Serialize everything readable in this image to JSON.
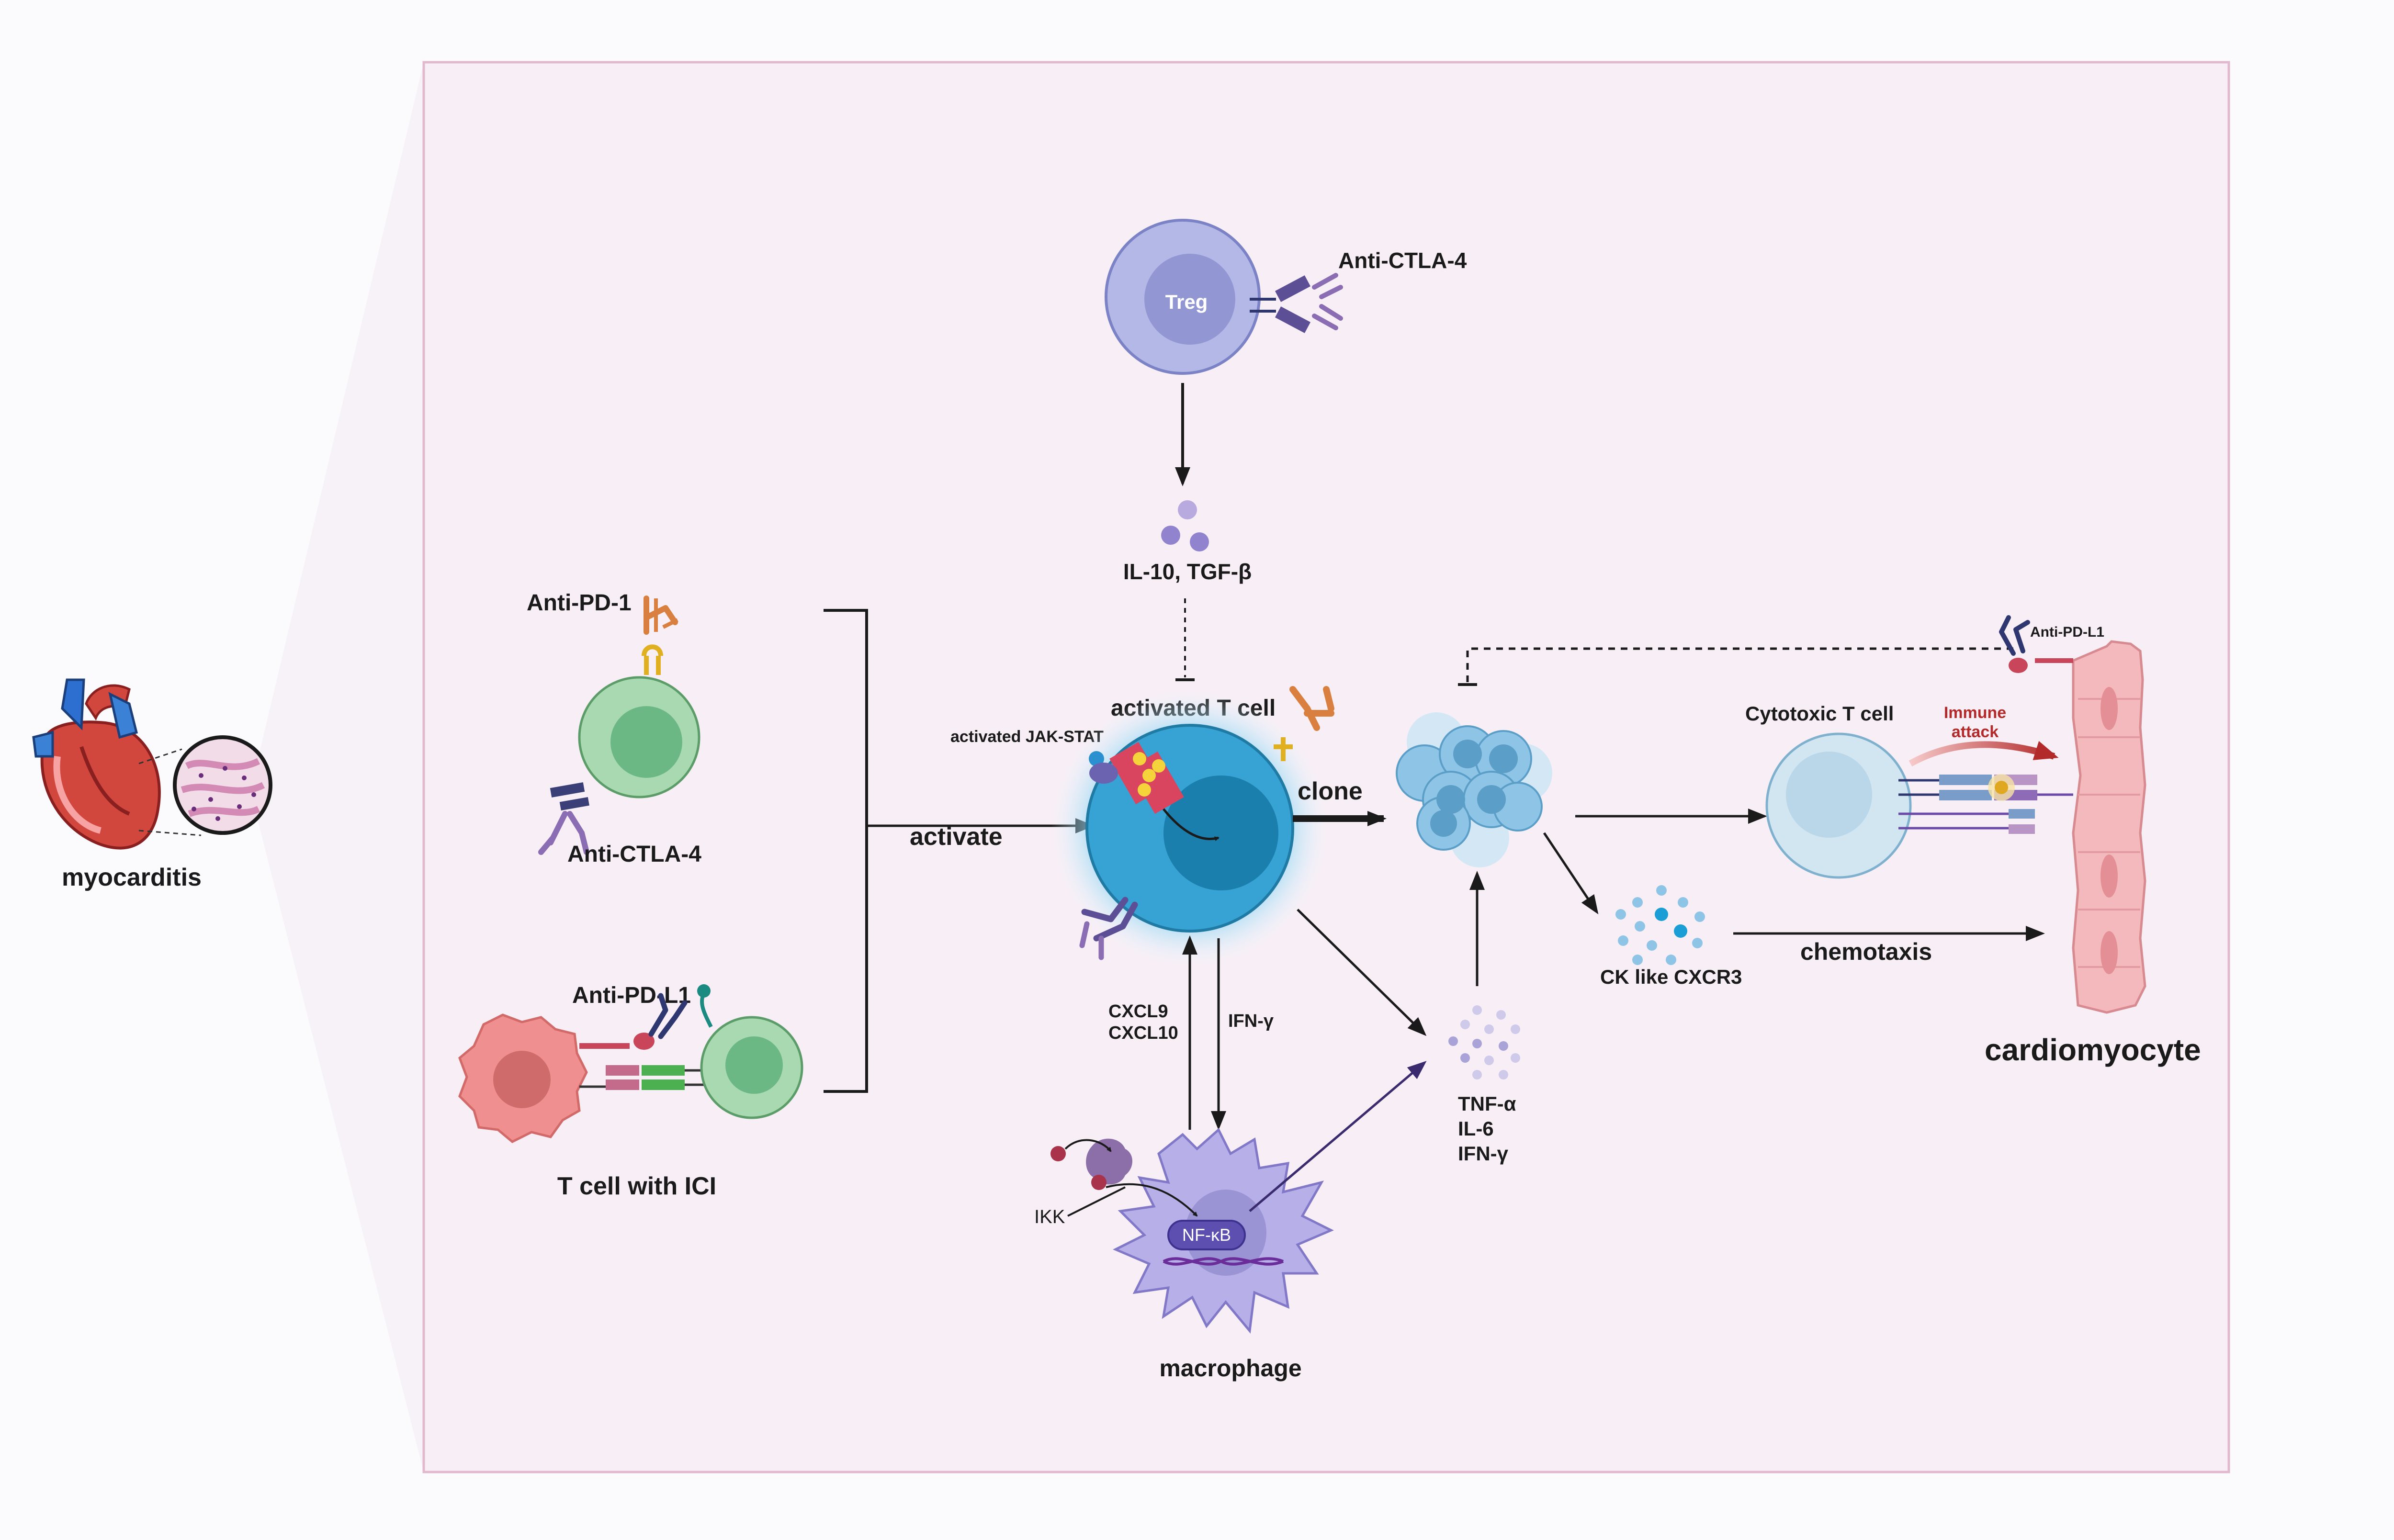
{
  "colors": {
    "panel_fill": "#f8eff6",
    "panel_border": "#e2b8cf",
    "arrow": "#1a1a1a",
    "treg": "#b3b8e6",
    "activated_tcell": "#36a3d4",
    "tcell_green": "#a8d9b0",
    "tumor": "#f08f8f",
    "macrophage": "#b7b0e8",
    "cytotoxic": "#d2e6f1",
    "cardiomyocyte": "#f3b9bd",
    "immune_attack": "#b22a2a",
    "antibody_purple": "#8a6db3",
    "antibody_orange": "#d98040",
    "antibody_navy": "#2e3770"
  },
  "labels": {
    "myocarditis": "myocarditis",
    "anti_pd1": "Anti-PD-1",
    "anti_ctla4_left": "Anti-CTLA-4",
    "anti_pdl1_left": "Anti-PD-L1",
    "tcell_with_ici": "T cell with ICI",
    "activate": "activate",
    "treg": "Treg",
    "anti_ctla4_top": "Anti-CTLA-4",
    "il10_tgfb": "IL-10, TGF-β",
    "activated_t_cell": "activated T cell",
    "activated_jak_stat": "activated JAK-STAT",
    "clone": "clone",
    "cxcl9": "CXCL9",
    "cxcl10": "CXCL10",
    "ifn_gamma_arrow": "IFN-γ",
    "ikk": "IKK",
    "nfkb": "NF-κB",
    "macrophage": "macrophage",
    "tnf_alpha": "TNF-α",
    "il6": "IL-6",
    "ifn_gamma_list": "IFN-γ",
    "ck_like_cxcr3": "CK like CXCR3",
    "chemotaxis": "chemotaxis",
    "cytotoxic_t_cell": "Cytotoxic T cell",
    "immune_attack_line1": "Immune",
    "immune_attack_line2": "attack",
    "anti_pdl1_right": "Anti-PD-L1",
    "cardiomyocyte": "cardiomyocyte"
  }
}
